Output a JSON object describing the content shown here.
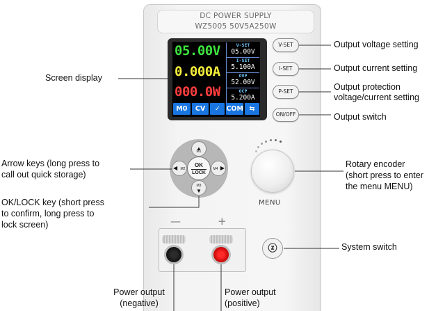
{
  "device": {
    "title": "DC POWER SUPPLY",
    "model": "WZ5005  50V5A250W"
  },
  "screen": {
    "voltage": "05.00V",
    "current": "0.000A",
    "power": "000.0W",
    "side": [
      {
        "label": "V-SET",
        "value": "05.00V"
      },
      {
        "label": "I-SET",
        "value": "5.100A"
      },
      {
        "label": "OVP",
        "value": "52.00V"
      },
      {
        "label": "OCP",
        "value": "5.200A"
      }
    ],
    "status": [
      "M0",
      "CV",
      "✓",
      "COM",
      "⇆"
    ],
    "colors": {
      "voltage": "#3ee23e",
      "current": "#f4ee3a",
      "power": "#ff3d3d",
      "status_bg": "#1976e0"
    }
  },
  "buttons": {
    "vset": "V-SET",
    "iset": "I-SET",
    "pset": "P-SET",
    "onoff": "ON/OFF",
    "ok": "OK",
    "lock": "LOCK",
    "m1": "M1",
    "m2": "M2",
    "m3": "M3",
    "m4": "M4",
    "menu": "MENU",
    "system_icon": "ⓩ"
  },
  "terminals": {
    "negative_sign": "—",
    "positive_sign": "+"
  },
  "labels": {
    "screen_display": "Screen display",
    "vset": "Output voltage setting",
    "iset": "Output current setting",
    "pset_1": "Output protection",
    "pset_2": "voltage/current setting",
    "onoff": "Output switch",
    "arrow_1": "Arrow keys (long press to",
    "arrow_2": "call out quick storage)",
    "ok_1": "OK/LOCK key (short press",
    "ok_2": "to confirm, long press to",
    "ok_3": "lock screen)",
    "rotary_1": "Rotary encoder",
    "rotary_2": "(short press to enter",
    "rotary_3": "the menu MENU)",
    "system": "System switch",
    "neg_1": "Power output",
    "neg_2": "(negative)",
    "pos_1": "Power output",
    "pos_2": "(positive)"
  }
}
